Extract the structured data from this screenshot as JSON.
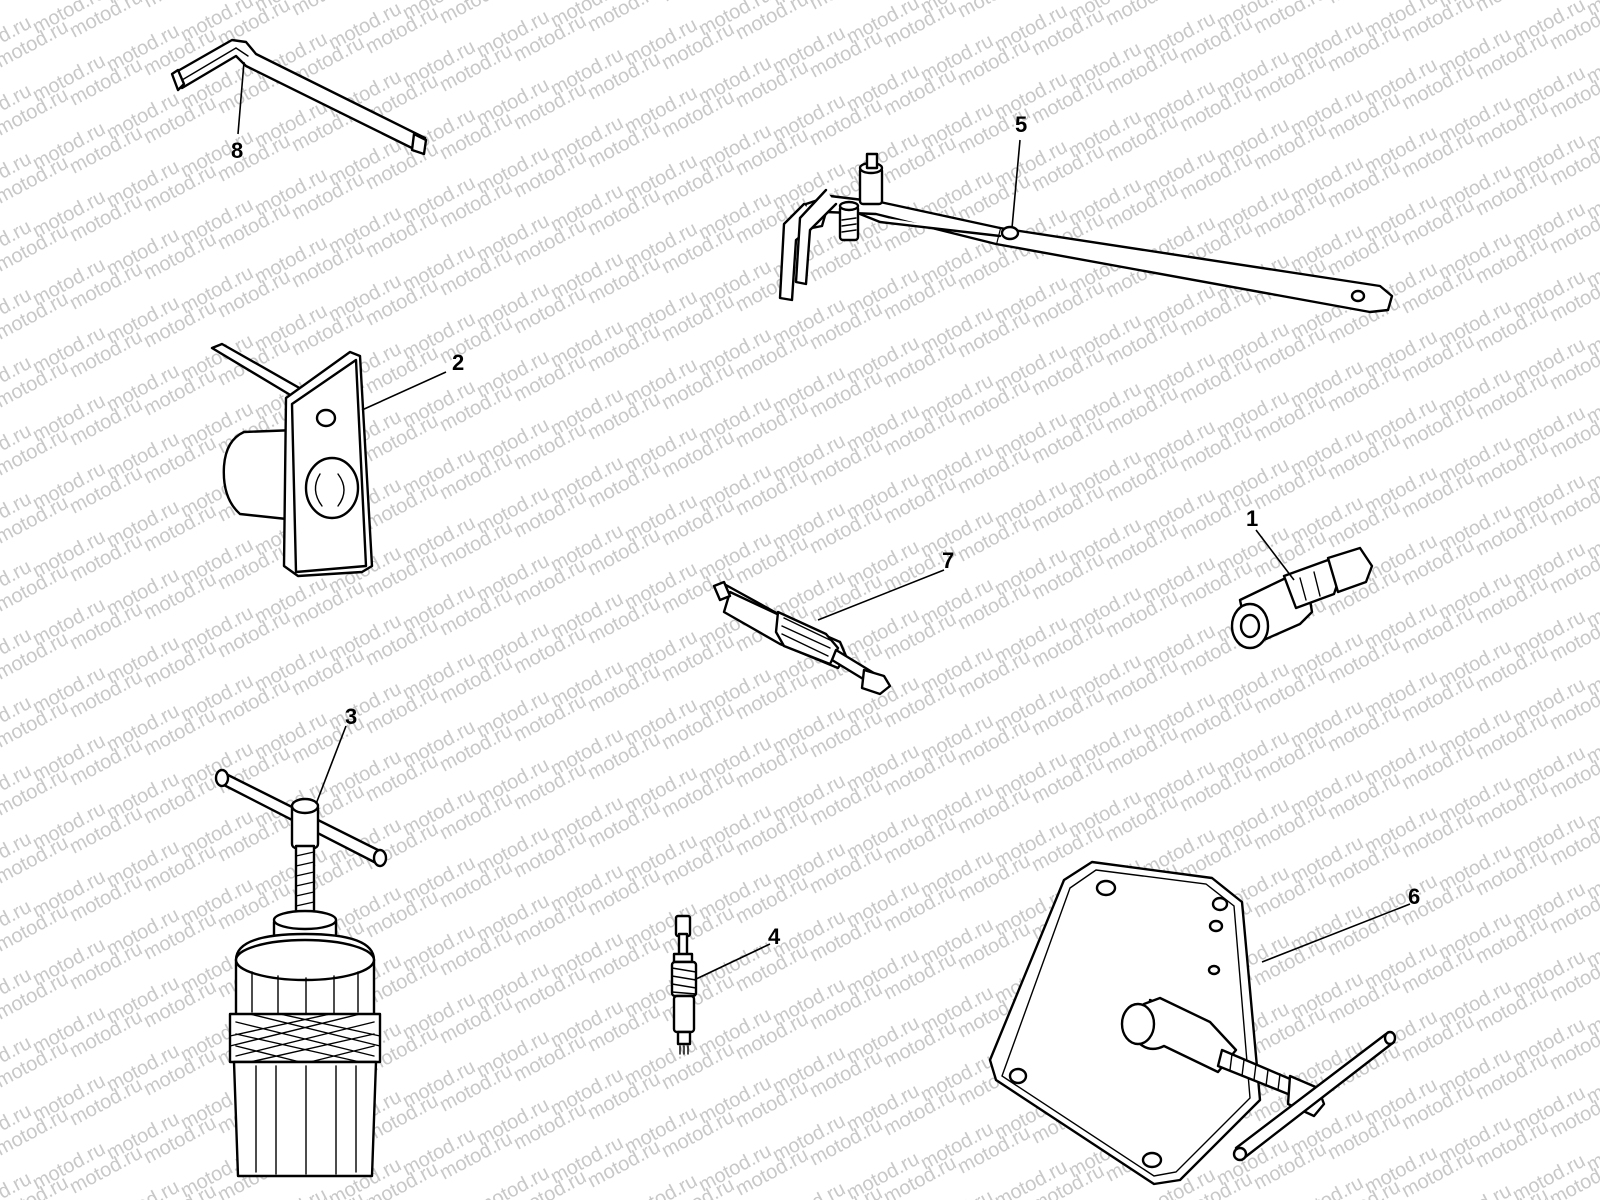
{
  "watermark": {
    "text": "motod.ru",
    "color": "#c8c8c8"
  },
  "callouts": {
    "c1": "1",
    "c2": "2",
    "c3": "3",
    "c4": "4",
    "c5": "5",
    "c6": "6",
    "c7": "7",
    "c8": "8"
  },
  "colors": {
    "ink": "#000000",
    "paper": "#ffffff"
  }
}
